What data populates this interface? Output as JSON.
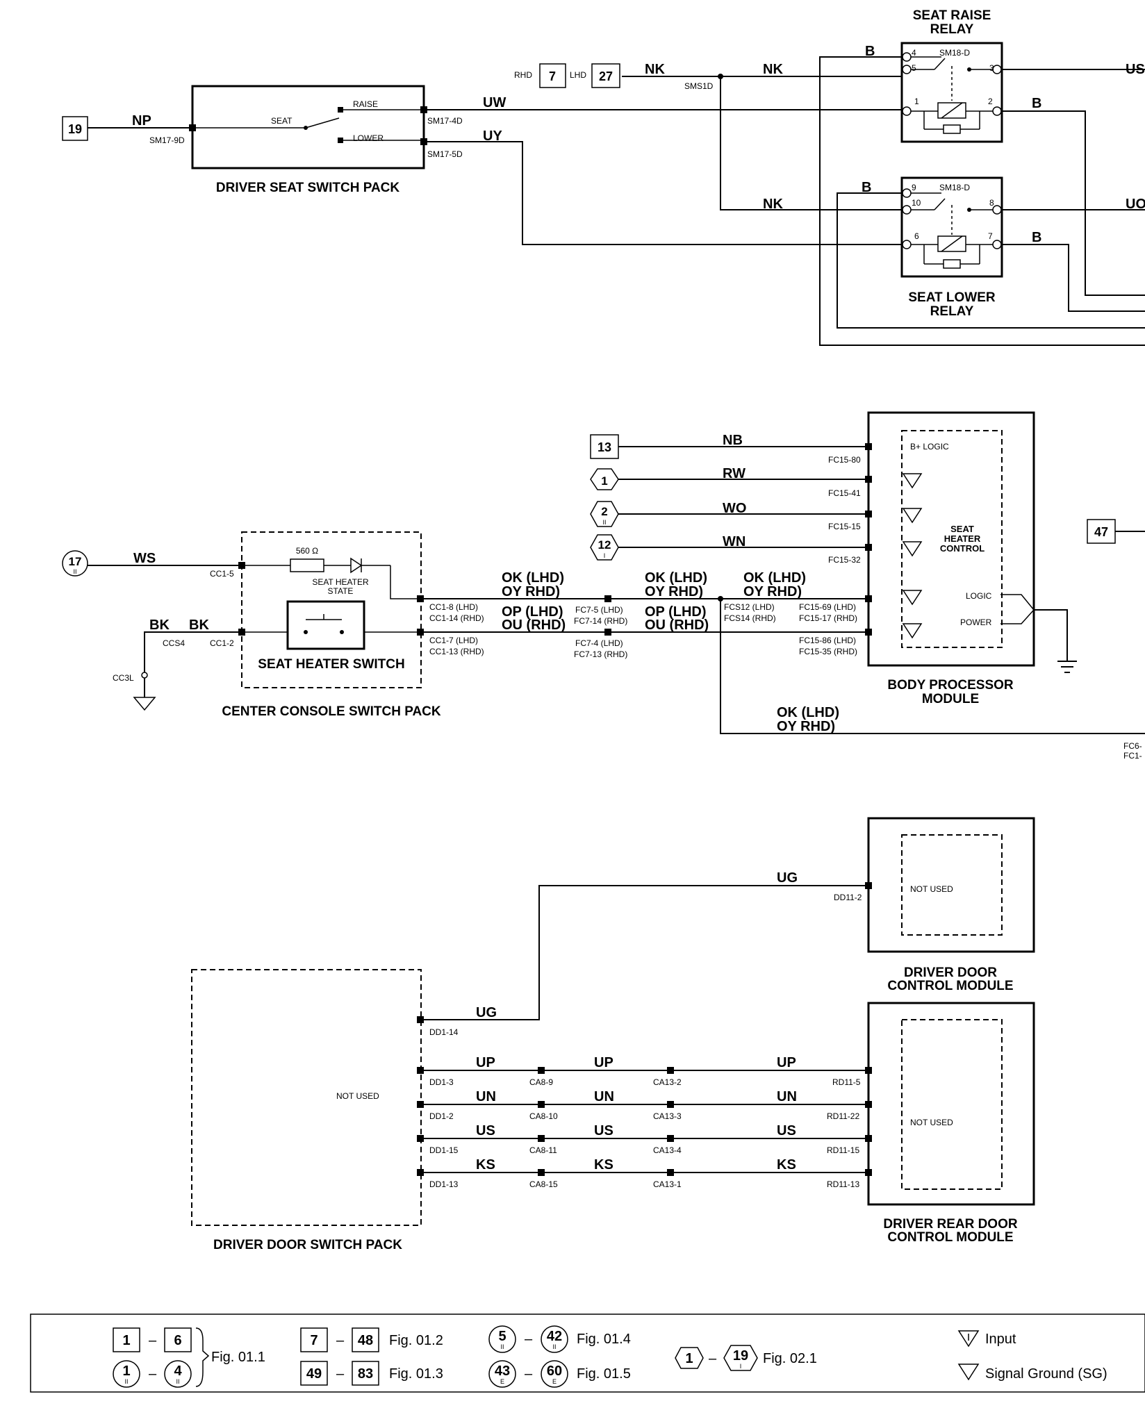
{
  "seat_raise_relay": {
    "title_1": "SEAT RAISE",
    "title_2": "RELAY",
    "sm_label": "SM18-D",
    "pins": [
      "4",
      "5",
      "3",
      "1",
      "2"
    ],
    "wire_b": "B",
    "wire_out": "US",
    "wire_b2": "B"
  },
  "seat_lower_relay": {
    "title_1": "SEAT LOWER",
    "title_2": "RELAY",
    "sm_label": "SM18-D",
    "pins": [
      "9",
      "10",
      "8",
      "6",
      "7"
    ],
    "wire_b": "B",
    "wire_out": "UO",
    "wire_b2": "B"
  },
  "feed": {
    "rhd": "RHD",
    "rhd_ref": "7",
    "lhd": "LHD",
    "lhd_ref": "27",
    "wire1": "NK",
    "wire2": "NK",
    "splice": "SMS1D",
    "wire3": "NK"
  },
  "driver_seat_switch_pack": {
    "title": "DRIVER SEAT SWITCH PACK",
    "input_ref": "19",
    "input_wire": "NP",
    "pin_in": "SM17-9D",
    "seat": "SEAT",
    "raise": "RAISE",
    "lower": "LOWER",
    "pin_up": "SM17-4D",
    "wire_up": "UW",
    "pin_down": "SM17-5D",
    "wire_down": "UY"
  },
  "body_processor_module": {
    "title_1": "BODY PROCESSOR",
    "title_2": "MODULE",
    "inputs": [
      {
        "ref": "13",
        "wire": "NB",
        "pin": "FC15-80",
        "label": "B+ LOGIC"
      },
      {
        "ref": "1",
        "wire": "RW",
        "pin": "FC15-41"
      },
      {
        "ref": "2",
        "sub": "II",
        "wire": "WO",
        "pin": "FC15-15"
      },
      {
        "ref": "12",
        "sub": "I",
        "wire": "WN",
        "pin": "FC15-32"
      }
    ],
    "control_label_1": "SEAT",
    "control_label_2": "HEATER",
    "control_label_3": "CONTROL",
    "logic": "LOGIC",
    "power": "POWER",
    "pin_a_1": "FC15-69 (LHD)",
    "pin_a_2": "FC15-17 (RHD)",
    "pin_b_1": "FC15-86 (LHD)",
    "pin_b_2": "FC15-35 (RHD)",
    "right_ref": "47"
  },
  "center_console_switch_pack": {
    "title": "CENTER CONSOLE SWITCH PACK",
    "switch_title": "SEAT HEATER SWITCH",
    "input_ref": "17",
    "input_sub": "II",
    "input_wire": "WS",
    "pin_in": "CC1-5",
    "resistor": "560 Ω",
    "state_1": "SEAT HEATER",
    "state_2": "STATE",
    "gnd_wire_1": "BK",
    "gnd_wire_2": "BK",
    "gnd_splice": "CCS4",
    "gnd_pin": "CC1-2",
    "gnd_point": "CC3L",
    "pin_o1_1": "CC1-8 (LHD)",
    "pin_o1_2": "CC1-14 (RHD)",
    "pin_o2_1": "CC1-7 (LHD)",
    "pin_o2_2": "CC1-13 (RHD)"
  },
  "heater_wires": {
    "w1_1": "OK (LHD)",
    "w1_2": "OY RHD)",
    "w2_1": "OP (LHD)",
    "w2_2": "OU (RHD)",
    "fc_a_1": "FC7-5 (LHD)",
    "fc_a_2": "FC7-14 (RHD)",
    "fc_b_1": "FC7-4 (LHD)",
    "fc_b_2": "FC7-13 (RHD)",
    "w3_1": "OK (LHD)",
    "w3_2": "OY RHD)",
    "w4_1": "OP (LHD)",
    "w4_2": "OU (RHD)",
    "w5_1": "OK (LHD)",
    "w5_2": "OY RHD)",
    "fcs_1": "FCS12 (LHD)",
    "fcs_2": "FCS14 (RHD)",
    "w6_1": "OK (LHD)",
    "w6_2": "OY RHD)",
    "edge_1": "FC6-",
    "edge_2": "FC1-"
  },
  "driver_door_control_module": {
    "title_1": "DRIVER DOOR",
    "title_2": "CONTROL MODULE",
    "not_used": "NOT USED",
    "wire": "UG",
    "pin": "DD11-2"
  },
  "driver_door_switch_pack": {
    "title": "DRIVER DOOR SWITCH PACK",
    "not_used": "NOT USED",
    "wire_ug": "UG",
    "pin_ug": "DD1-14"
  },
  "driver_rear_door_control_module": {
    "title_1": "DRIVER REAR DOOR",
    "title_2": "CONTROL MODULE",
    "not_used": "NOT USED"
  },
  "rear_door_wires": [
    {
      "wire": "UP",
      "dd": "DD1-3",
      "ca8": "CA8-9",
      "ca13": "CA13-2",
      "rd": "RD11-5"
    },
    {
      "wire": "UN",
      "dd": "DD1-2",
      "ca8": "CA8-10",
      "ca13": "CA13-3",
      "rd": "RD11-22"
    },
    {
      "wire": "US",
      "dd": "DD1-15",
      "ca8": "CA8-11",
      "ca13": "CA13-4",
      "rd": "RD11-15"
    },
    {
      "wire": "KS",
      "dd": "DD1-13",
      "ca8": "CA8-15",
      "ca13": "CA13-1",
      "rd": "RD11-13"
    }
  ],
  "legend": {
    "g1_a": "1",
    "g1_b": "6",
    "g1_c": "1",
    "g1_c_sub": "II",
    "g1_d": "4",
    "g1_d_sub": "II",
    "g1_fig": "Fig. 01.1",
    "g2_a": "7",
    "g2_b": "48",
    "g2_fig": "Fig. 01.2",
    "g3_a": "49",
    "g3_b": "83",
    "g3_fig": "Fig. 01.3",
    "g4_a": "5",
    "g4_a_sub": "II",
    "g4_b": "42",
    "g4_b_sub": "II",
    "g4_fig": "Fig. 01.4",
    "g5_a": "43",
    "g5_a_sub": "E",
    "g5_b": "60",
    "g5_b_sub": "E",
    "g5_fig": "Fig. 01.5",
    "g6_a": "1",
    "g6_b": "19",
    "g6_b_sub": "I",
    "g6_fig": "Fig. 02.1",
    "input": "Input",
    "signal_ground": "Signal Ground (SG)",
    "dash": "–"
  }
}
